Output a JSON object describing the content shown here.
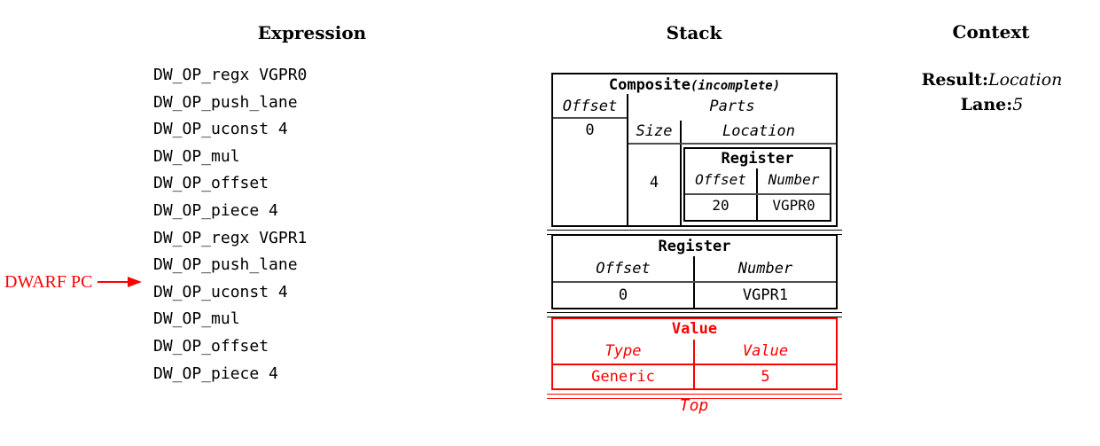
{
  "columns": {
    "expression_title": "Expression",
    "stack_title": "Stack",
    "context_title": "Context"
  },
  "expression": {
    "items": [
      "DW_OP_regx VGPR0",
      "DW_OP_push_lane",
      "DW_OP_uconst 4",
      "DW_OP_mul",
      "DW_OP_offset",
      "DW_OP_piece 4",
      "DW_OP_regx VGPR1",
      "DW_OP_push_lane",
      "DW_OP_uconst 4",
      "DW_OP_mul",
      "DW_OP_offset",
      "DW_OP_piece 4"
    ],
    "pc_label": "DWARF PC",
    "pc_points_to_item_index": 8
  },
  "stack": {
    "composite": {
      "title": "Composite",
      "title_suffix": "(incomplete)",
      "offset_header": "Offset",
      "offset_value": "0",
      "parts_header": "Parts",
      "size_header": "Size",
      "location_header": "Location",
      "size_value": "4",
      "register": {
        "title": "Register",
        "offset_header": "Offset",
        "number_header": "Number",
        "offset_value": "20",
        "number_value": "VGPR0"
      }
    },
    "register": {
      "title": "Register",
      "offset_header": "Offset",
      "number_header": "Number",
      "offset_value": "0",
      "number_value": "VGPR1"
    },
    "value": {
      "title": "Value",
      "type_header": "Type",
      "value_header": "Value",
      "type_value": "Generic",
      "value_value": "5"
    },
    "top_label": "Top"
  },
  "context": {
    "result_label": "Result:",
    "result_value": "Location",
    "lane_label": "Lane:",
    "lane_value": "5"
  },
  "colors": {
    "text": "#000000",
    "accent_red": "#ff0000",
    "rule_gray": "#4d4d4d",
    "background": "#ffffff"
  }
}
